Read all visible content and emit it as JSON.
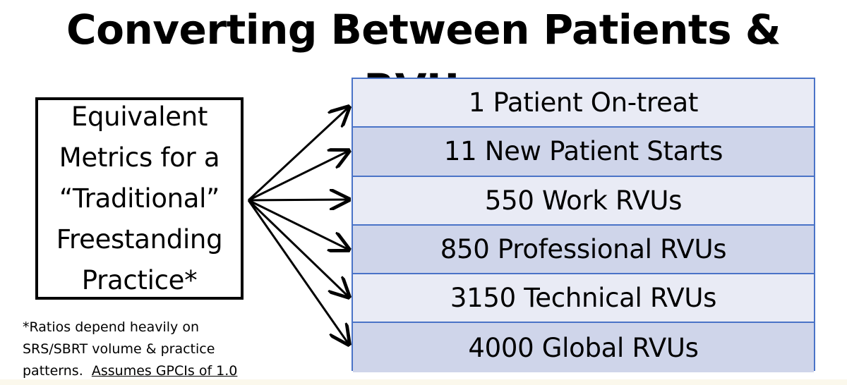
{
  "title": "Converting Between Patients & RVUs",
  "source_box": {
    "text": "Equivalent\nMetrics for a\n“Traditional”\nFreestanding\nPractice*"
  },
  "footnote": {
    "line1": "*Ratios depend heavily on",
    "line2": "SRS/SBRT volume & practice",
    "line3_prefix": "patterns.",
    "line3_assume": "Assumes GPCIs of 1.0"
  },
  "metrics": [
    "1 Patient On-treat",
    "11 New Patient Starts",
    "550 Work RVUs",
    "850 Professional RVUs",
    "3150 Technical RVUs",
    "4000 Global RVUs"
  ],
  "colors": {
    "row_light": "#e9ebf5",
    "row_dark": "#cfd5ea",
    "table_border": "#4a73c7"
  }
}
